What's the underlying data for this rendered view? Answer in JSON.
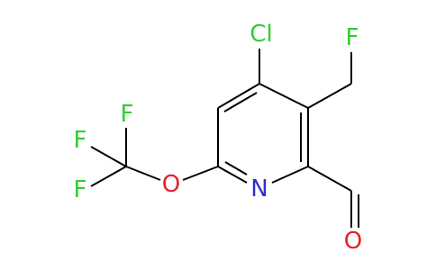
{
  "molecule": {
    "atoms": {
      "cl": {
        "symbol": "Cl",
        "color": "#33cc33"
      },
      "f_methyl": {
        "symbol": "F",
        "color": "#33cc33"
      },
      "n_ring": {
        "symbol": "N",
        "color": "#2f2fd0"
      },
      "o_ether": {
        "symbol": "O",
        "color": "#e8202a"
      },
      "o_aldehyde": {
        "symbol": "O",
        "color": "#e8202a"
      },
      "f_top": {
        "symbol": "F",
        "color": "#33cc33"
      },
      "f_left_upper": {
        "symbol": "F",
        "color": "#33cc33"
      },
      "f_left_lower": {
        "symbol": "F",
        "color": "#33cc33"
      }
    }
  }
}
